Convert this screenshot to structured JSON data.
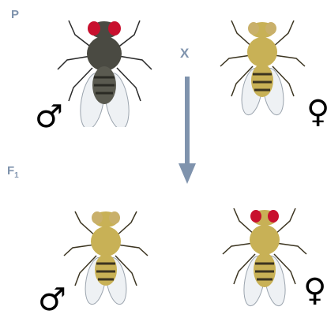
{
  "parental_label": "P",
  "f1_label": {
    "letter": "F",
    "subscript": "1"
  },
  "cross_symbol": "X",
  "male_symbol": "♂",
  "female_symbol": "♀",
  "colors": {
    "label": "#7f93ad",
    "arrow": "#7f93ad",
    "eye_red": "#c8102e",
    "eye_tan": "#c9b06a",
    "body_tan": "#c8b156",
    "body_dark": "#4a4a42",
    "stripe": "#3b3420"
  }
}
